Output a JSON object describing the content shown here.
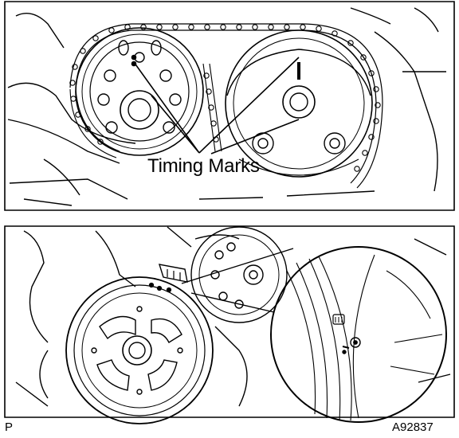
{
  "callout": {
    "label": "Timing Marks"
  },
  "footer": {
    "left_code": "P",
    "figure_id": "A92837"
  },
  "colors": {
    "ink": "#000000",
    "paper": "#ffffff"
  }
}
